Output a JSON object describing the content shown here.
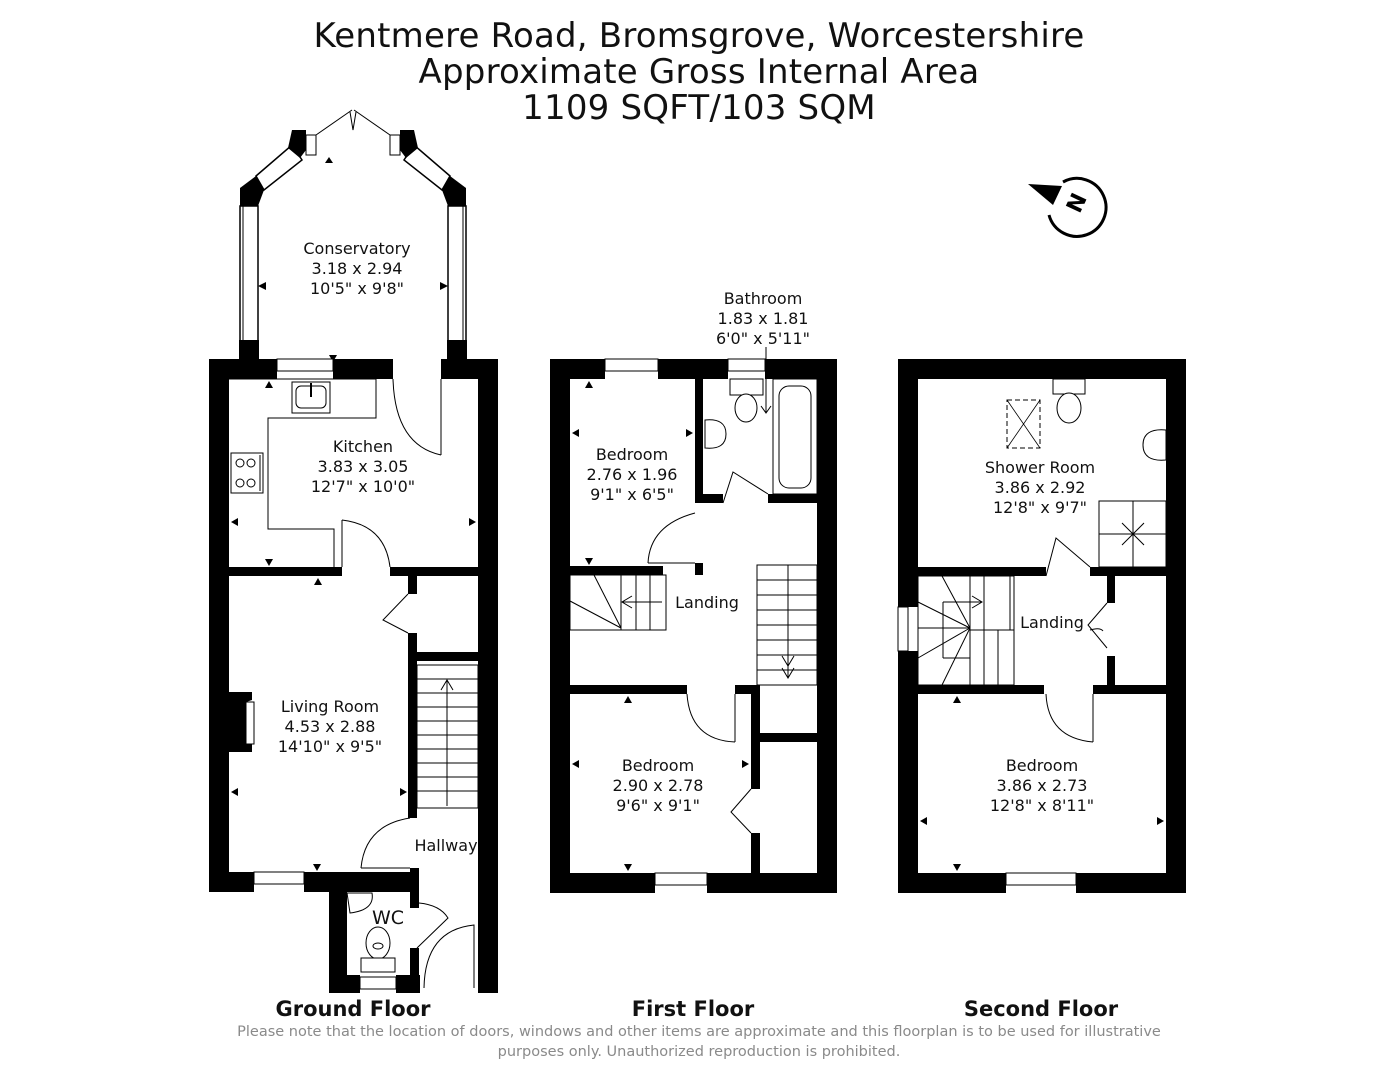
{
  "header": {
    "address": "Kentmere Road, Bromsgrove, Worcestershire",
    "subtitle": "Approximate Gross Internal Area",
    "area": "1109 SQFT/103 SQM"
  },
  "compass": {
    "label": "N",
    "icon": "north-compass-icon"
  },
  "floors": [
    {
      "name": "Ground Floor",
      "rooms": [
        {
          "name": "Conservatory",
          "metric": "3.18 x 2.94",
          "imperial": "10'5\" x 9'8\""
        },
        {
          "name": "Kitchen",
          "metric": "3.83 x 3.05",
          "imperial": "12'7\" x 10'0\""
        },
        {
          "name": "Living Room",
          "metric": "4.53 x 2.88",
          "imperial": "14'10\" x 9'5\""
        },
        {
          "name": "Hallway"
        },
        {
          "name": "WC"
        }
      ]
    },
    {
      "name": "First Floor",
      "rooms": [
        {
          "name": "Bathroom",
          "metric": "1.83 x 1.81",
          "imperial": "6'0\" x 5'11\""
        },
        {
          "name": "Bedroom",
          "metric": "2.76 x 1.96",
          "imperial": "9'1\" x 6'5\""
        },
        {
          "name": "Landing"
        },
        {
          "name": "Bedroom",
          "metric": "2.90 x 2.78",
          "imperial": "9'6\" x 9'1\""
        }
      ]
    },
    {
      "name": "Second Floor",
      "rooms": [
        {
          "name": "Shower Room",
          "metric": "3.86 x 2.92",
          "imperial": "12'8\" x 9'7\""
        },
        {
          "name": "Landing"
        },
        {
          "name": "Bedroom",
          "metric": "3.86 x 2.73",
          "imperial": "12'8\" x 8'11\""
        }
      ]
    }
  ],
  "disclaimer": {
    "line1": "Please note that the location of doors, windows and other items are approximate and this floorplan is to be used for illustrative",
    "line2": "purposes only. Unauthorized reproduction is prohibited."
  },
  "colors": {
    "wall": "#000000",
    "background": "#ffffff",
    "disclaimer": "#8a8a8a"
  }
}
